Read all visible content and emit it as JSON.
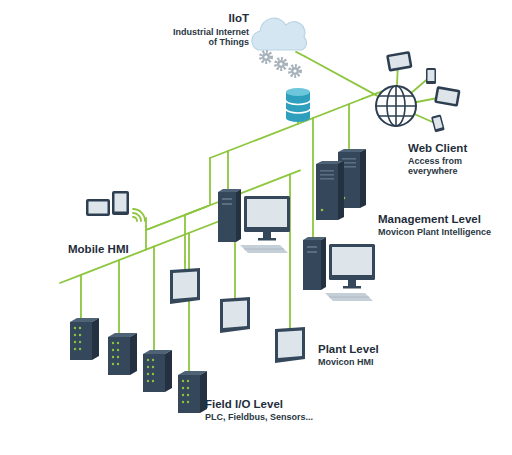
{
  "diagram": {
    "nodes": [
      {
        "text": [
          "IIoT",
          "Industrial Internet of Things"
        ]
      },
      {
        "text": [
          "Web Client",
          "Access from everywhere"
        ]
      },
      {
        "text": [
          "Management Level",
          "Movicon Plant Intelligence"
        ]
      },
      {
        "text": [
          "Mobile HMI"
        ]
      },
      {
        "text": [
          "Plant Level",
          "Movicon HMI"
        ]
      },
      {
        "text": [
          "Field I/O Level",
          "PLC, Fieldbus, Sensors..."
        ]
      }
    ],
    "edges": [
      {
        "from": 0,
        "to": 1,
        "arrow": "none"
      },
      {
        "from": 1,
        "to": 2,
        "arrow": "none"
      },
      {
        "from": 2,
        "to": 3,
        "arrow": "none"
      },
      {
        "from": 2,
        "to": 4,
        "arrow": "none"
      },
      {
        "from": 2,
        "to": 5,
        "arrow": "none"
      }
    ]
  }
}
